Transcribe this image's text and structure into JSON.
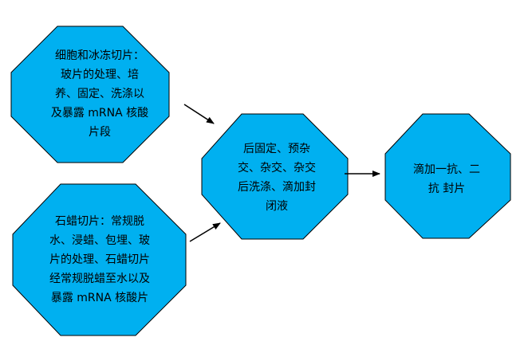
{
  "diagram": {
    "nodes": [
      {
        "id": "cryo",
        "lines": [
          "细胞和冰冻切片：",
          "玻片的处理、培",
          "养、固定、洗涤以",
          "及暴露 mRNA 核酸",
          "片段"
        ]
      },
      {
        "id": "paraffin",
        "lines": [
          "石蜡切片：常规脱",
          "水、浸蜡、包埋、玻",
          "片的处理、石蜡切片",
          "经常规脱蜡至水以及",
          "暴露 mRNA 核酸片"
        ]
      },
      {
        "id": "postfix",
        "lines": [
          "后固定、预杂",
          "交、杂交、杂交",
          "后洗涤、滴加封",
          "闭液"
        ]
      },
      {
        "id": "antibody",
        "lines": [
          "滴加一抗、二",
          "抗 封片"
        ]
      }
    ],
    "edges": [
      {
        "from": "cryo",
        "to": "postfix"
      },
      {
        "from": "paraffin",
        "to": "postfix"
      },
      {
        "from": "postfix",
        "to": "antibody"
      }
    ],
    "colors": {
      "node_fill": "#00B0F0",
      "node_stroke": "#000000",
      "text": "#000000",
      "arrow": "#000000"
    }
  }
}
